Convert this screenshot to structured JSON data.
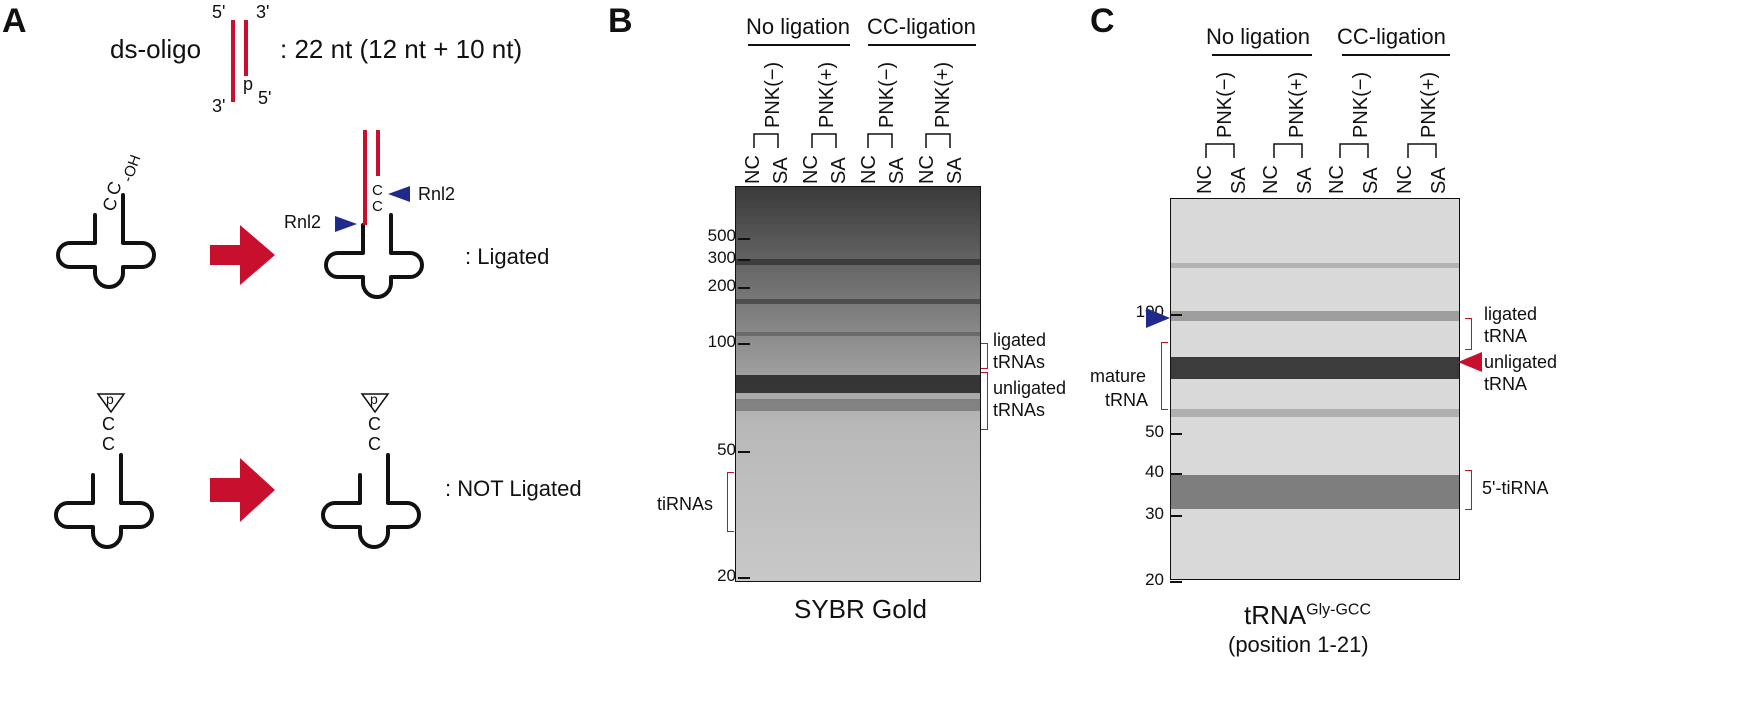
{
  "panels": {
    "a": {
      "letter": "A",
      "oligo_label": "ds-oligo",
      "oligo_desc": ": 22 nt (12 nt + 10 nt)",
      "five_prime_top": "5'",
      "three_prime_top": "3'",
      "three_prime_bottom": "3'",
      "five_prime_bottom": "5'",
      "p": "p",
      "oh": "-OH",
      "c": "C",
      "rnl_left": "Rnl2",
      "rnl_right": "Rnl2",
      "ligated": ": Ligated",
      "not_ligated": ": NOT Ligated"
    },
    "b": {
      "letter": "B",
      "group_left": "No ligation",
      "group_right": "CC-ligation",
      "pnk_minus": "PNK(−)",
      "pnk_plus": "PNK(+)",
      "nc": "NC",
      "sa": "SA",
      "markers": [
        "500",
        "300",
        "200",
        "100",
        "50",
        "20"
      ],
      "label_ligated": "ligated",
      "label_ligated2": "tRNAs",
      "label_unligated": "unligated",
      "label_unligated2": "tRNAs",
      "label_tirnas": "tiRNAs",
      "caption": "SYBR Gold"
    },
    "c": {
      "letter": "C",
      "group_left": "No ligation",
      "group_right": "CC-ligation",
      "pnk_minus": "PNK(−)",
      "pnk_plus": "PNK(+)",
      "nc": "NC",
      "sa": "SA",
      "markers": [
        "100",
        "50",
        "40",
        "30",
        "20"
      ],
      "label_ligated": "ligated",
      "label_ligated2": "tRNA",
      "label_unligated": "unligated",
      "label_unligated2": "tRNA",
      "label_mature": "mature",
      "label_mature2": "tRNA",
      "label_tirna": "5'-tiRNA",
      "caption_main": "tRNA",
      "caption_sup": "Gly-GCC",
      "caption_sub": "(position 1-21)"
    }
  },
  "colors": {
    "red": "#c8102e",
    "blue": "#1f2a8a"
  }
}
